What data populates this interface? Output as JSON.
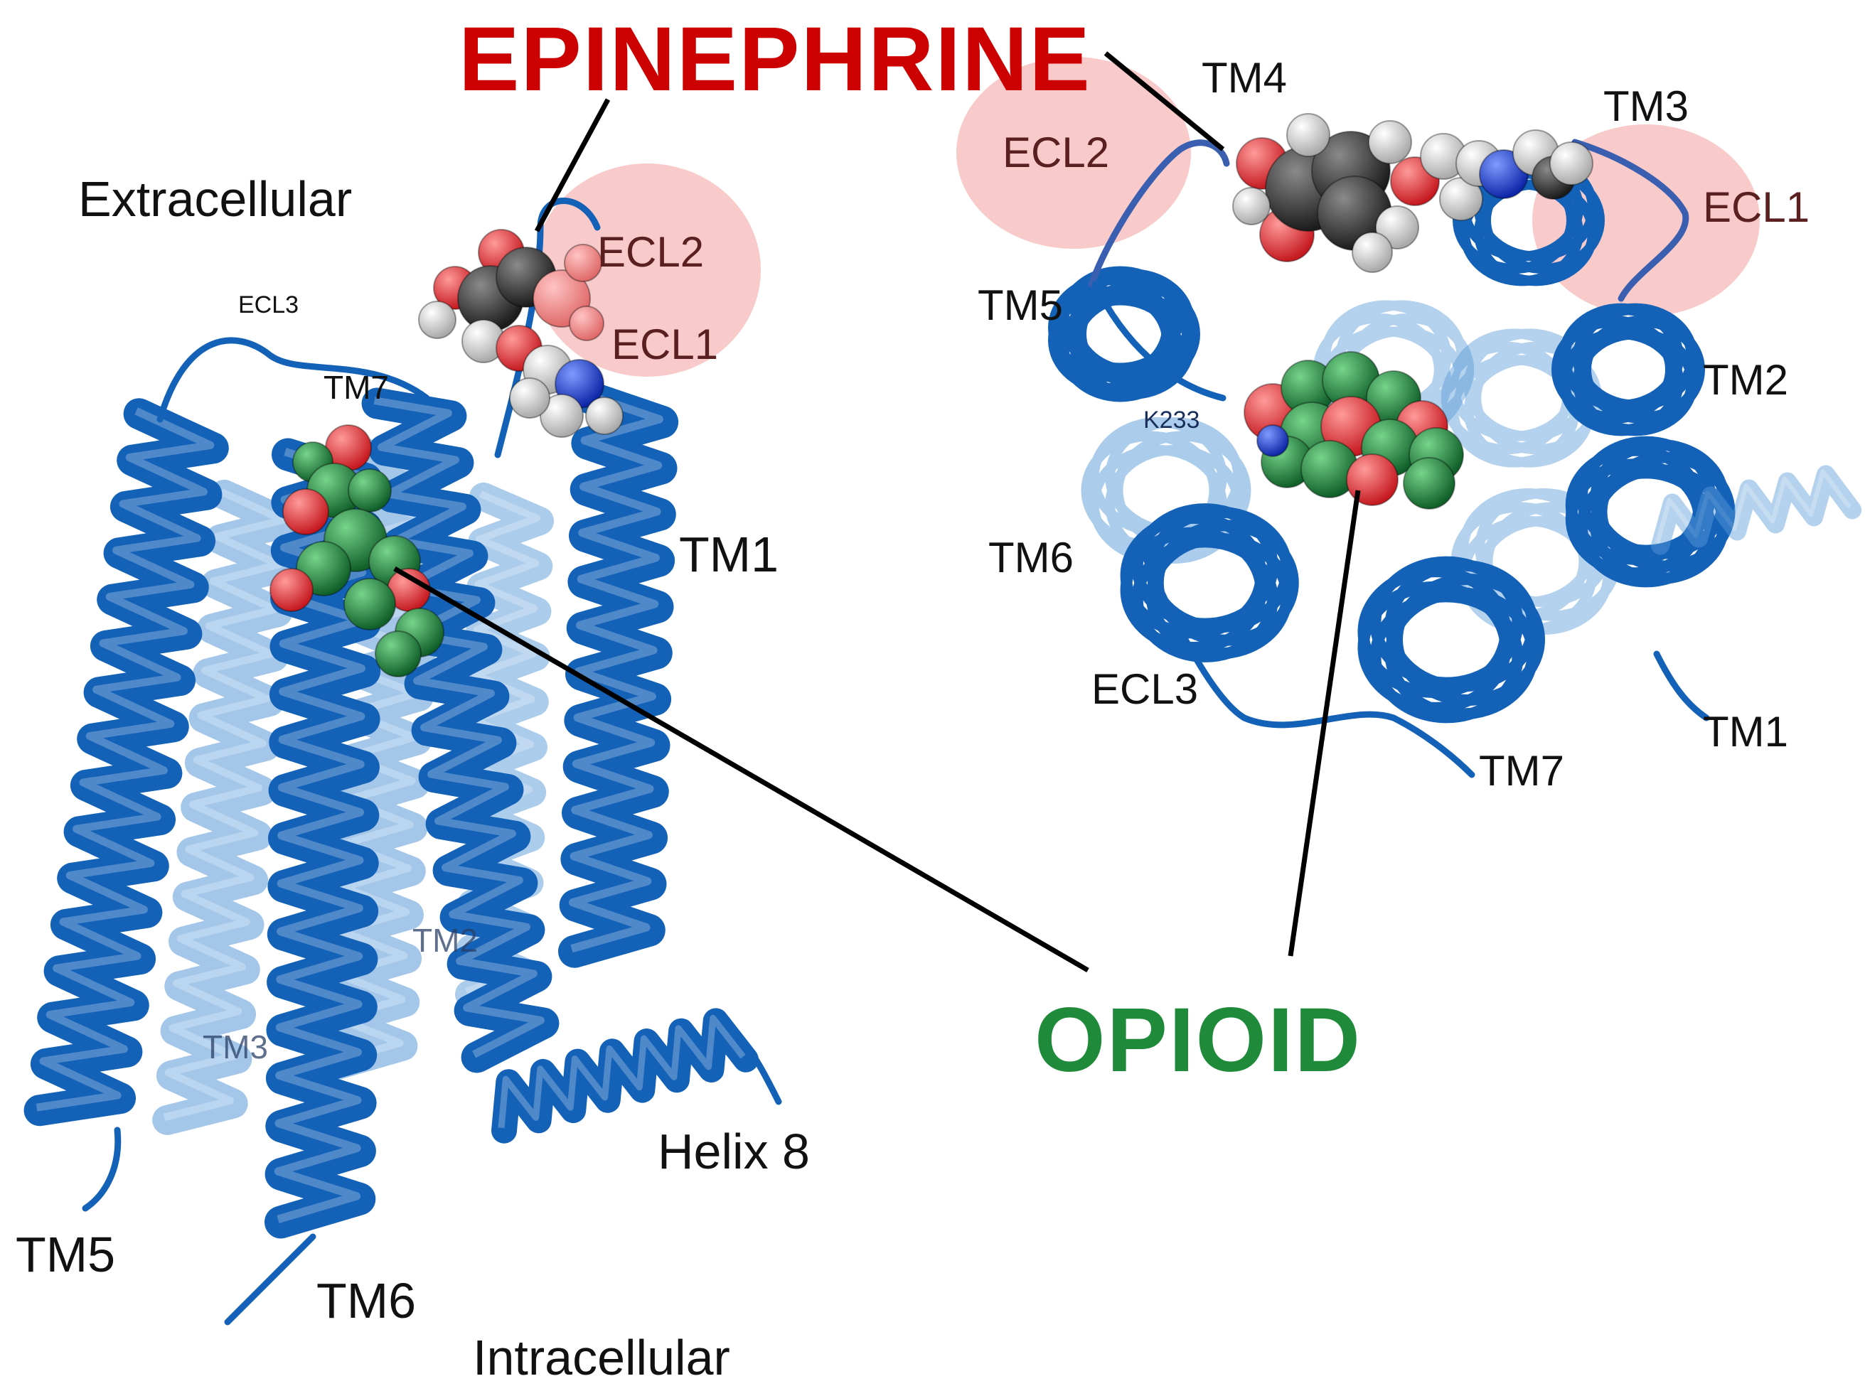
{
  "ligands": {
    "epinephrine": {
      "label": "EPINEPHRINE",
      "color": "#cc0000"
    },
    "opioid": {
      "label": "OPIOID",
      "color": "#1f8a3a"
    }
  },
  "side_view": {
    "extracellular": "Extracellular",
    "intracellular": "Intracellular",
    "labels": {
      "ecl3": "ECL3",
      "tm7": "TM7",
      "ecl2": "ECL2",
      "ecl1": "ECL1",
      "tm1": "TM1",
      "tm2": "TM2",
      "tm3": "TM3",
      "tm5": "TM5",
      "tm6": "TM6",
      "helix8": "Helix 8"
    }
  },
  "top_view": {
    "labels": {
      "tm4": "TM4",
      "tm3": "TM3",
      "ecl2": "ECL2",
      "ecl1": "ECL1",
      "tm5": "TM5",
      "tm2": "TM2",
      "k233": "K233",
      "tm6": "TM6",
      "ecl3": "ECL3",
      "tm7": "TM7",
      "tm1": "TM1"
    }
  },
  "colors": {
    "helix": "#1462b8",
    "helix_light": "#5a9ad8",
    "highlight_pink": "#f4a6a6",
    "carbon_epinephrine": "#2b2b2b",
    "carbon_opioid": "#1f8a3a",
    "oxygen": "#e8353a",
    "nitrogen": "#1a3ed0",
    "hydrogen": "#e8e8e8"
  }
}
